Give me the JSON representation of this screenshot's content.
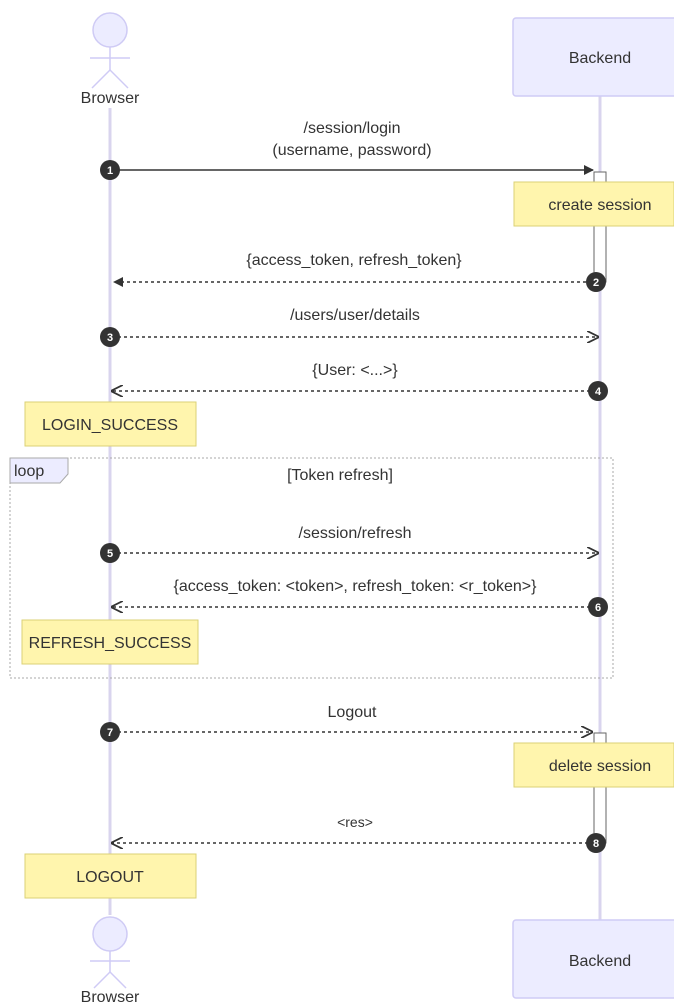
{
  "participants": {
    "browser": {
      "label": "Browser"
    },
    "backend": {
      "label": "Backend"
    }
  },
  "messages": [
    {
      "num": "1",
      "line1": "/session/login",
      "line2": "(username, password)"
    },
    {
      "num": "2",
      "line1": "{access_token, refresh_token}"
    },
    {
      "num": "3",
      "line1": "/users/user/details"
    },
    {
      "num": "4",
      "line1": "{User: <...>}"
    },
    {
      "num": "5",
      "line1": "/session/refresh"
    },
    {
      "num": "6",
      "line1": "{access_token: <token>, refresh_token: <r_token>}"
    },
    {
      "num": "7",
      "line1": "Logout"
    },
    {
      "num": "8",
      "line1": "<res>"
    }
  ],
  "notes": {
    "create_session": "create session",
    "login_success": "LOGIN_SUCCESS",
    "refresh_success": "REFRESH_SUCCESS",
    "delete_session": "delete session",
    "logout": "LOGOUT"
  },
  "loop": {
    "tag": "loop",
    "label": "[Token refresh]"
  },
  "colors": {
    "lifeline": "#d9d4ee",
    "participant_fill": "#ececff",
    "participant_stroke": "#cfcbf5",
    "note_fill": "#fff5ad",
    "note_stroke": "#dbd176",
    "marker": "#333333",
    "loop_border": "#aaaaaa"
  }
}
